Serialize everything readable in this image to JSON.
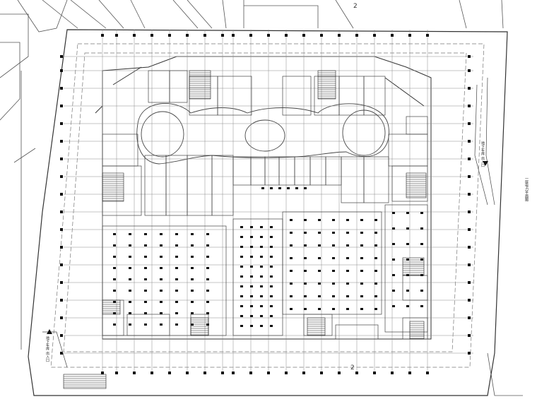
{
  "labels": {
    "entrance_right": "地下车库 出入口",
    "entrance_left": "地下车库 出入口",
    "side_note": "一层电力平面图",
    "axis_top": "2",
    "axis_bottom": "2"
  },
  "colors": {
    "line": "#3a3a3a",
    "light_line": "#9a9a9a",
    "dash": "#6a6a6a",
    "fill_dark": "#111111"
  }
}
